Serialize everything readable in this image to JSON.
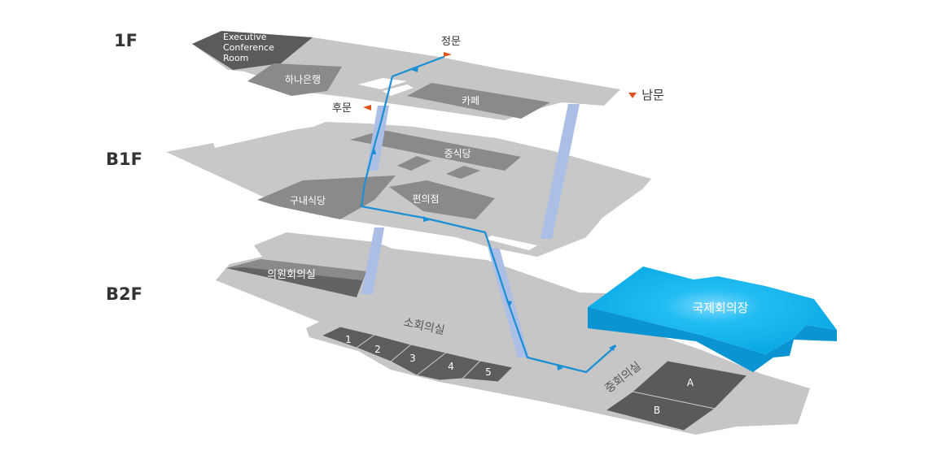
{
  "floors": [
    {
      "label": "1F"
    },
    {
      "label": "B1F"
    },
    {
      "label": "B2F"
    }
  ],
  "rooms": {
    "executive": "Executive Conference Room",
    "hana_bank": "하나은행",
    "cafe": "카페",
    "staff_cafeteria": "중식당",
    "guest_cafeteria": "구내식당",
    "convenience_store": "편의점",
    "assembly_room": "의원회의실",
    "small_rooms": "소회의실",
    "medium_rooms": "중회의실",
    "intl_hall": "국제회의장"
  },
  "small_room_numbers": [
    "1",
    "2",
    "3",
    "4",
    "5"
  ],
  "medium_room_letters": [
    "A",
    "B"
  ],
  "entrances": {
    "main_gate": "정문",
    "south_gate": "남문",
    "back_gate": "후문"
  },
  "colors": {
    "floor_fill": "#c4c4c4",
    "room_fill": "#8c8c8c",
    "dark_room_fill": "#5e5e5e",
    "highlight": "#16b5ee",
    "route": "#1a8fd3",
    "connector": "#aabee6",
    "marker": "#e0521c"
  }
}
